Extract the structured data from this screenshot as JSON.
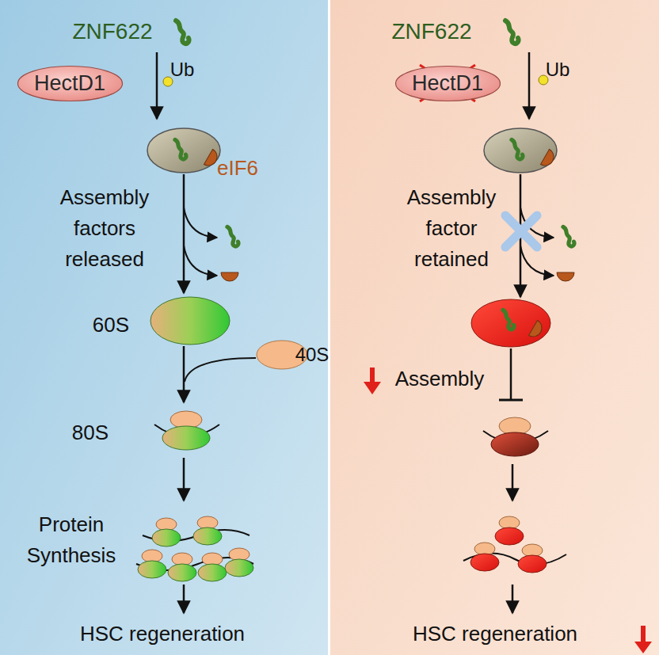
{
  "diagram": {
    "nodes": [
      {
        "text": [
          "HectD1"
        ]
      },
      {
        "text": [
          "HectD1"
        ]
      }
    ],
    "labels": [
      "ZNF622",
      "Ub",
      "eIF6",
      "Assembly factors released",
      "60S",
      "40S",
      "80S",
      "Protein Synthesis",
      "HSC regeneration",
      "ZNF622",
      "Ub",
      "Assembly factor retained",
      "Assembly",
      "HSC regeneration"
    ]
  }
}
